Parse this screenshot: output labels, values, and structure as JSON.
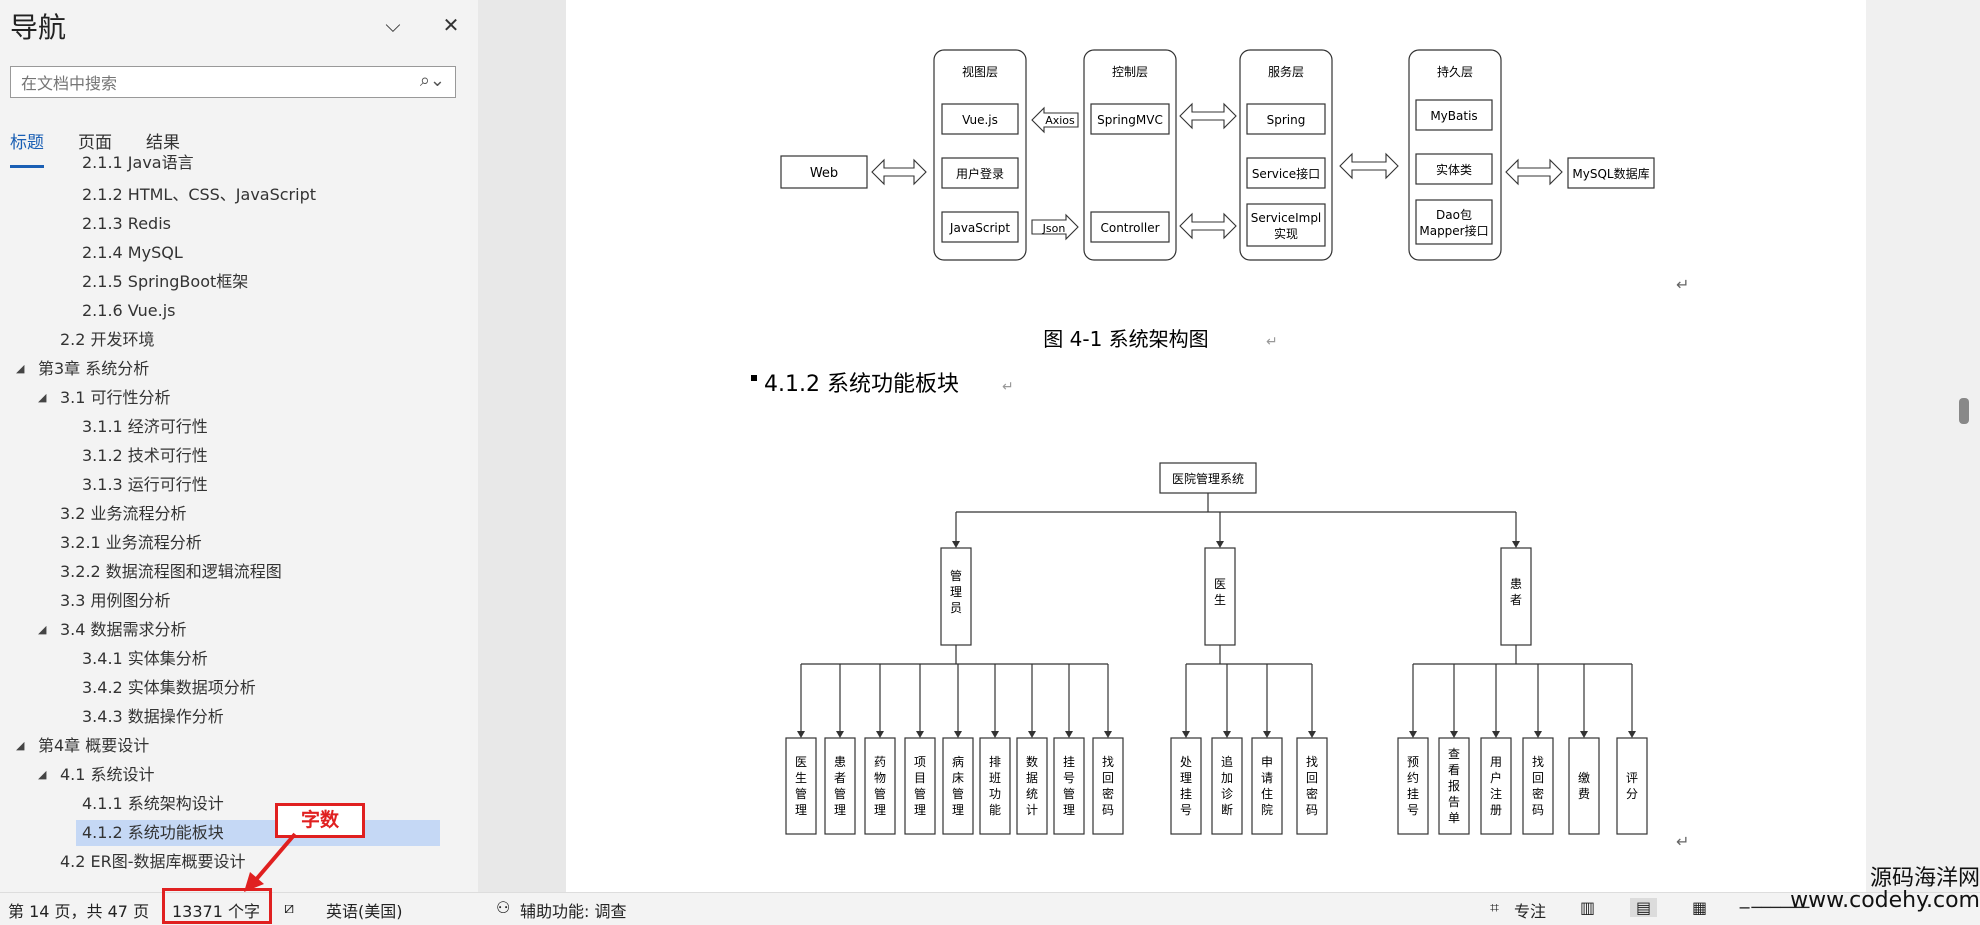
{
  "nav": {
    "title": "导航",
    "search_placeholder": "在文档中搜索",
    "tabs": [
      "标题",
      "页面",
      "结果"
    ],
    "items": [
      {
        "label": "2.1.1 Java语言",
        "level": 3,
        "partial": true
      },
      {
        "label": "2.1.2 HTML、CSS、JavaScript",
        "level": 3
      },
      {
        "label": "2.1.3 Redis",
        "level": 3
      },
      {
        "label": "2.1.4 MySQL",
        "level": 3
      },
      {
        "label": "2.1.5 SpringBoot框架",
        "level": 3
      },
      {
        "label": "2.1.6 Vue.js",
        "level": 3
      },
      {
        "label": "2.2 开发环境",
        "level": 2
      },
      {
        "label": "第3章 系统分析",
        "level": 1,
        "expanded": true
      },
      {
        "label": "3.1 可行性分析",
        "level": 2,
        "expanded": true
      },
      {
        "label": "3.1.1 经济可行性",
        "level": 3
      },
      {
        "label": "3.1.2 技术可行性",
        "level": 3
      },
      {
        "label": "3.1.3 运行可行性",
        "level": 3
      },
      {
        "label": "3.2 业务流程分析",
        "level": 2
      },
      {
        "label": "3.2.1 业务流程分析",
        "level": 2
      },
      {
        "label": "3.2.2 数据流程图和逻辑流程图",
        "level": 2
      },
      {
        "label": "3.3 用例图分析",
        "level": 2
      },
      {
        "label": "3.4 数据需求分析",
        "level": 2,
        "expanded": true
      },
      {
        "label": "3.4.1 实体集分析",
        "level": 3
      },
      {
        "label": "3.4.2 实体集数据项分析",
        "level": 3
      },
      {
        "label": "3.4.3 数据操作分析",
        "level": 3
      },
      {
        "label": "第4章 概要设计",
        "level": 1,
        "expanded": true
      },
      {
        "label": "4.1 系统设计",
        "level": 2,
        "expanded": true
      },
      {
        "label": "4.1.1 系统架构设计",
        "level": 3
      },
      {
        "label": "4.1.2 系统功能板块",
        "level": 3,
        "selected": true
      },
      {
        "label": "4.2 ER图-数据库概要设计",
        "level": 2
      }
    ]
  },
  "doc": {
    "arch": {
      "layers": [
        {
          "title": "视图层",
          "items": [
            "Vue.js",
            "用户登录",
            "JavaScript"
          ]
        },
        {
          "title": "控制层",
          "items": [
            "SpringMVC",
            "Controller"
          ]
        },
        {
          "title": "服务层",
          "items": [
            "Spring",
            "Service接口",
            "ServiceImpl",
            "实现"
          ]
        },
        {
          "title": "持久层",
          "items": [
            "MyBatis",
            "实体类",
            "Dao包",
            "Mapper接口"
          ]
        }
      ],
      "web": "Web",
      "db": "MySQL数据库",
      "axios": "Axios",
      "json": "Json"
    },
    "caption": "图 4-1  系统架构图",
    "heading": "4.1.2  系统功能板块",
    "func": {
      "root": "医院管理系统",
      "roles": [
        {
          "name": "管理员",
          "funcs": [
            "医生管理",
            "患者管理",
            "药物管理",
            "项目管理",
            "病床管理",
            "排班功能",
            "数据统计",
            "挂号管理",
            "找回密码"
          ]
        },
        {
          "name": "医生",
          "funcs": [
            "处理挂号",
            "追加诊断",
            "申请住院",
            "找回密码"
          ]
        },
        {
          "name": "患者",
          "funcs": [
            "预约挂号",
            "查看报告单",
            "用户注册",
            "找回密码",
            "缴费",
            "评分"
          ]
        }
      ]
    }
  },
  "status": {
    "page": "第 14 页，共 47 页",
    "words": "13371 个字",
    "lang": "英语(美国)",
    "accessibility": "辅助功能: 调查",
    "focus": "专注",
    "callout": "字数"
  },
  "watermark": {
    "line1": "源码海洋网",
    "line2": "www.codehy.com"
  }
}
